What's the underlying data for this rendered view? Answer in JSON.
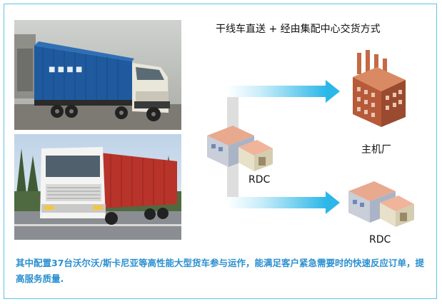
{
  "header": {
    "title": "干线车直送 + 经由集配中心交货方式"
  },
  "diagram": {
    "source_label": "RDC",
    "target_top_label": "主机厂",
    "target_bottom_label": "RDC"
  },
  "caption": {
    "text": "其中配置37台沃尔沃/斯卡尼亚等高性能大型货车参与运作，能满足客户紧急需要时的快速反应订单，提高服务质量."
  },
  "colors": {
    "arrow": "#2bb7e8",
    "caption": "#2a8fd0",
    "border": "#5fc4e6",
    "connector": "#d9d9d9"
  }
}
